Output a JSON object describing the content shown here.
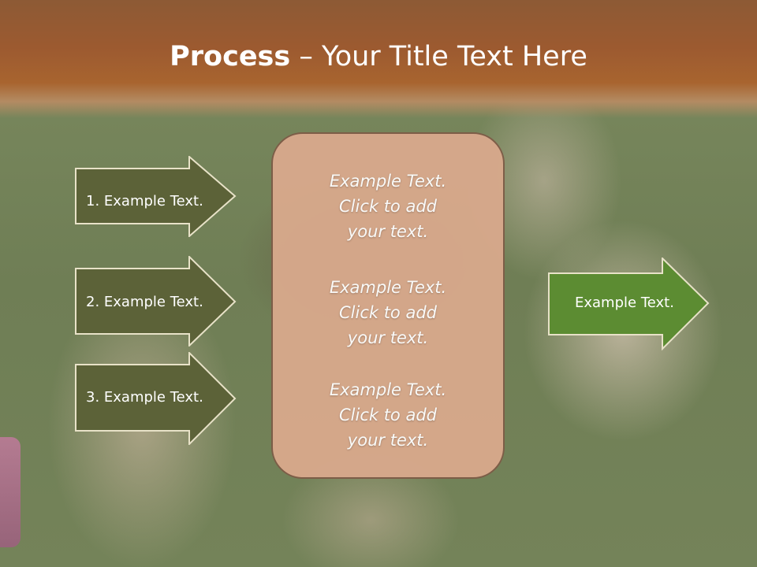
{
  "title": {
    "bold": "Process",
    "rest": " – Your Title Text Here"
  },
  "left_steps": [
    {
      "label": "1. Example Text."
    },
    {
      "label": "2. Example Text."
    },
    {
      "label": "3. Example Text."
    }
  ],
  "center_blocks": [
    {
      "line1": "Example Text.",
      "line2": "Click  to add",
      "line3": "your text."
    },
    {
      "line1": "Example Text.",
      "line2": "Click  to add",
      "line3": "your text."
    },
    {
      "line1": "Example Text.",
      "line2": "Click  to add",
      "line3": "your text."
    }
  ],
  "result": {
    "label": "Example Text."
  },
  "colors": {
    "header": "#a8642f",
    "step_arrow": "#5c6238",
    "result_arrow": "#5c8c32",
    "center_box": "#d8a98c"
  }
}
